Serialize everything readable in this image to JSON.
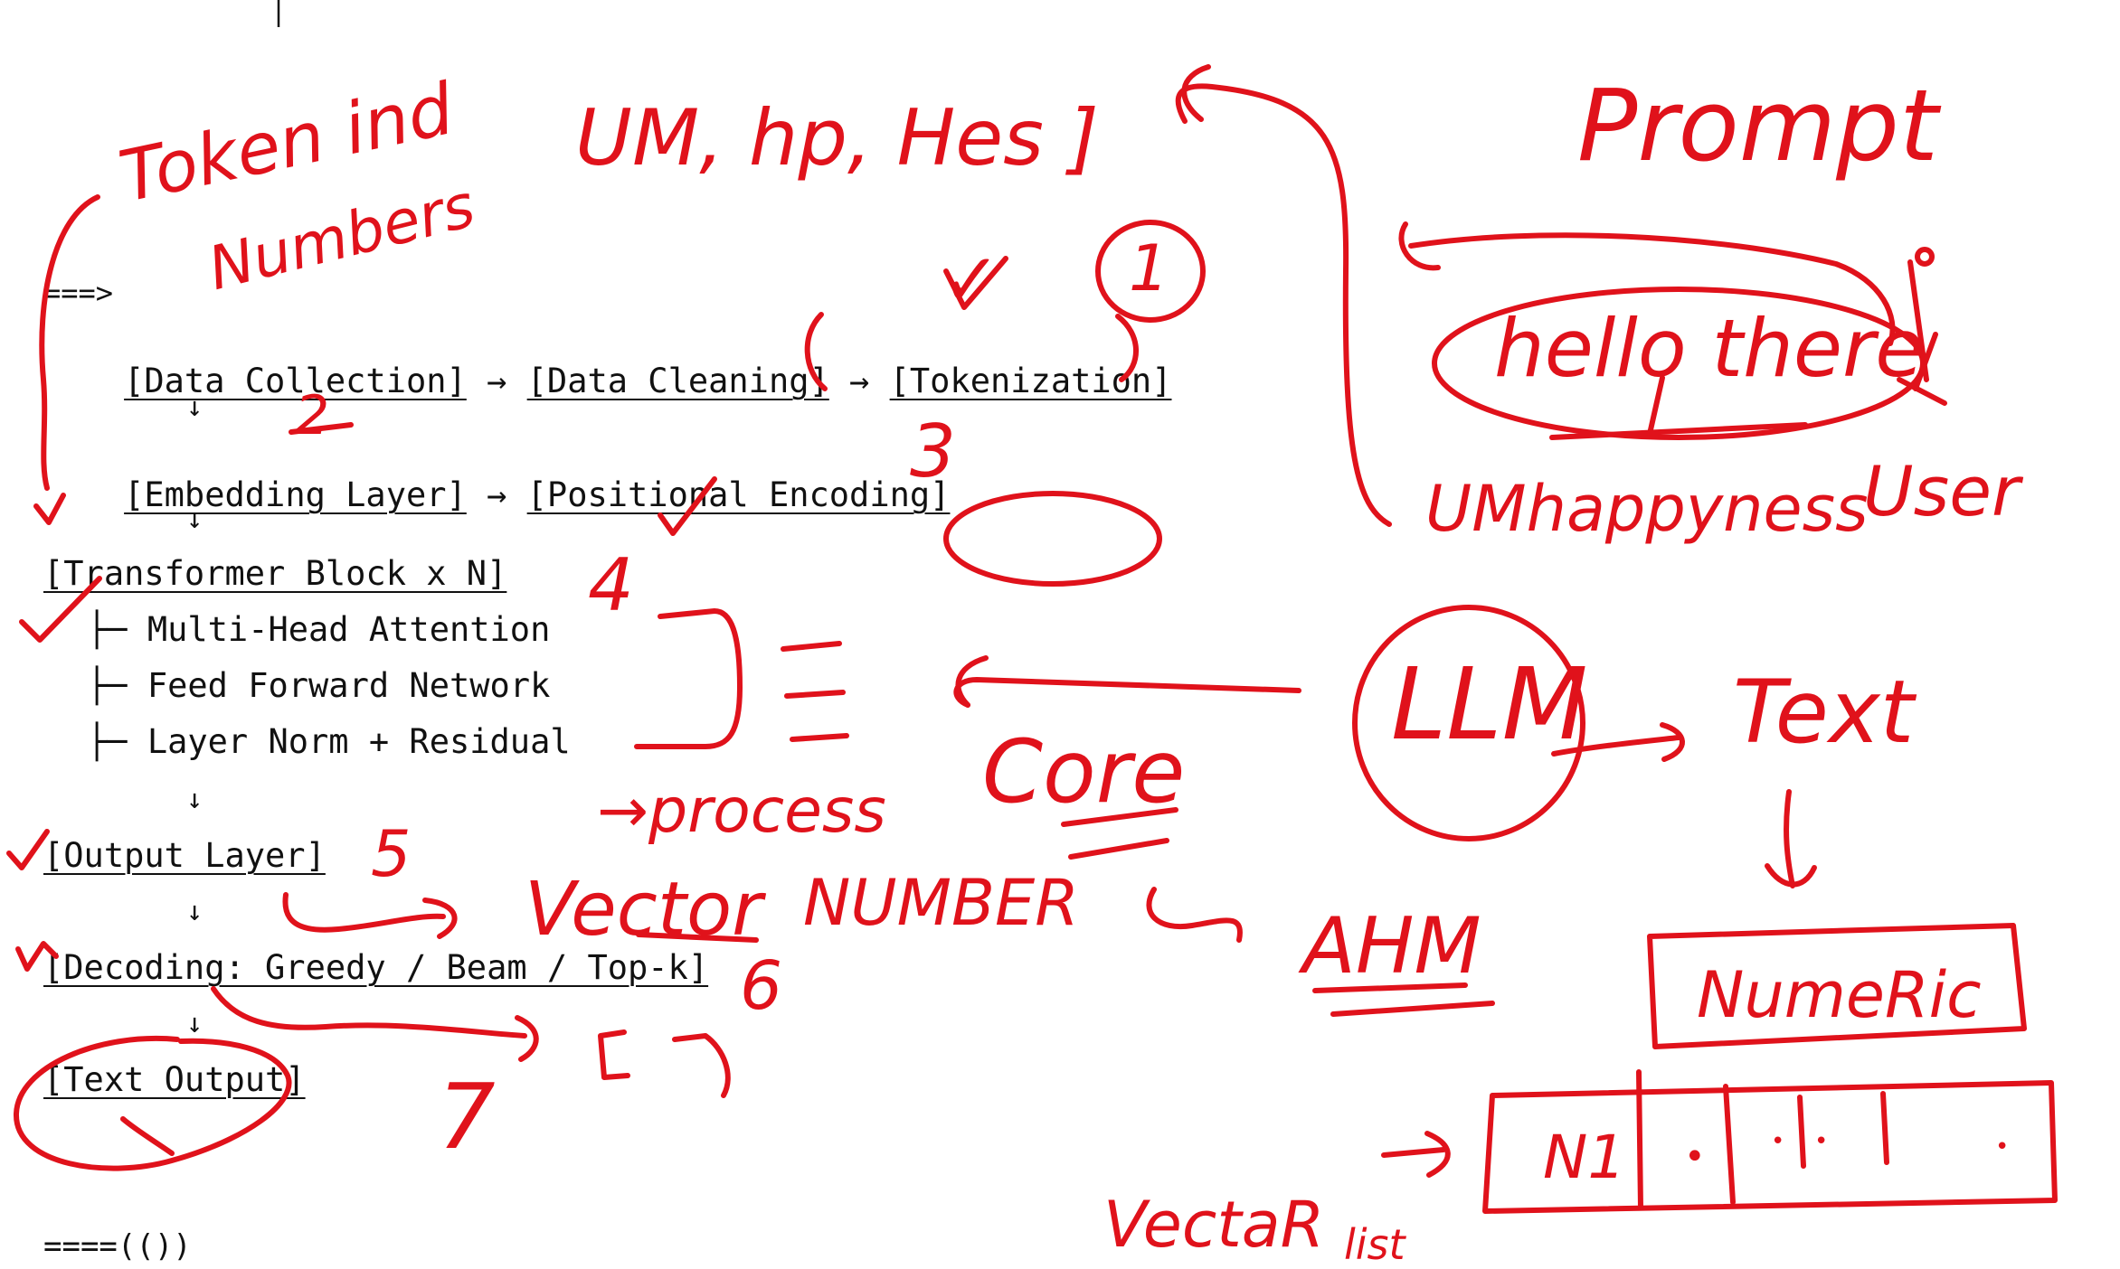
{
  "pipeline": {
    "arrow_start": "===>",
    "row1": {
      "a": "[Data Collection]",
      "sep1": " → ",
      "b": "[Data Cleaning]",
      "sep2": " → ",
      "c": "[Tokenization]"
    },
    "down1": "↓",
    "row2": {
      "a": "[Embedding Layer]",
      "sep1": " → ",
      "b": "[Positional Encoding]"
    },
    "down2": "↓",
    "row3": "[Transformer Block x N]",
    "sub1": "├─ Multi-Head Attention",
    "sub2": "├─ Feed Forward Network",
    "sub3": "├─ Layer Norm + Residual",
    "down3": "↓",
    "row4": "[Output Layer]",
    "down4": "↓",
    "row5": "[Decoding: Greedy / Beam / Top-k]",
    "down5": "↓",
    "row6": "[Text Output]",
    "end": "====(())"
  },
  "annotations": {
    "token_into": "Token ind",
    "numbers": "Numbers",
    "um_hp": "UM, hp, Hes ]",
    "prompt": "Prompt",
    "hello": "hello there",
    "unhappiness": "UMhappyness",
    "user": "User",
    "llm": "LLM",
    "text": "Text",
    "numeric": "NumeRic",
    "core": "Core",
    "ahm": "AHM",
    "process": "→process",
    "vector": "Vector",
    "number": "NUMBER",
    "vector_list": "VectaR",
    "list": "list",
    "n1": "N1",
    "num1": "1",
    "num2": "2",
    "num3": "3",
    "num4": "4",
    "num5": "5",
    "num6": "6",
    "num7": "7",
    "check_mark": "✓",
    "bracket": "[ ]"
  },
  "colors": {
    "ink": "#e0121b",
    "text": "#111111",
    "background": "#ffffff"
  }
}
